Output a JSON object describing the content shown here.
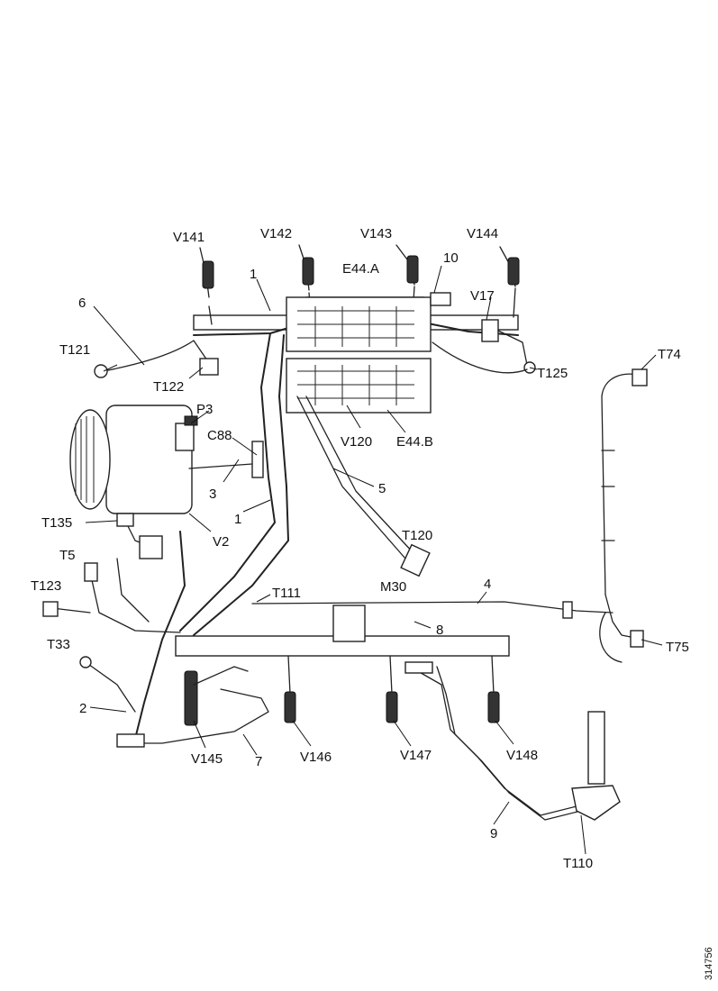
{
  "labels": {
    "V141": "V141",
    "V142": "V142",
    "V143": "V143",
    "V144": "V144",
    "n10": "10",
    "E44A": "E44.A",
    "V17": "V17",
    "n1a": "1",
    "n6": "6",
    "T121": "T121",
    "T122": "T122",
    "T125": "T125",
    "T74": "T74",
    "P3": "P3",
    "C88": "C88",
    "V120": "V120",
    "E44B": "E44.B",
    "n3": "3",
    "n5": "5",
    "n1b": "1",
    "T135": "T135",
    "V2": "V2",
    "T120": "T120",
    "T5": "T5",
    "M30": "M30",
    "T123": "T123",
    "T111": "T111",
    "n4": "4",
    "n8": "8",
    "T75": "T75",
    "T33": "T33",
    "n2": "2",
    "V145": "V145",
    "n7": "7",
    "V146": "V146",
    "V147": "V147",
    "V148": "V148",
    "n9": "9",
    "T110": "T110"
  },
  "document_id": "314756"
}
